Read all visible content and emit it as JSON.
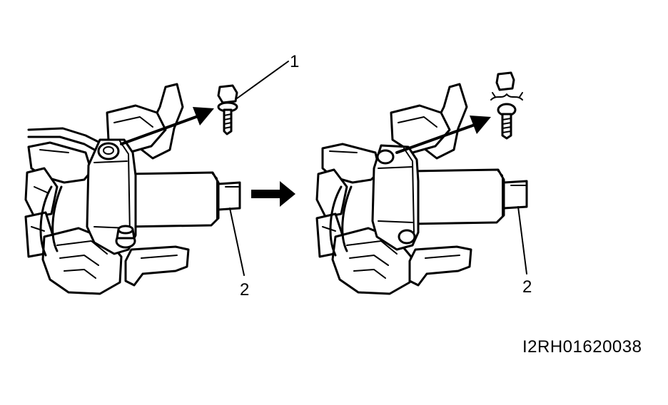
{
  "figure": {
    "code": "I2RH01620038"
  },
  "callouts": {
    "bolt_label": "1",
    "shaft_label_left": "2",
    "shaft_label_right": "2"
  },
  "colors": {
    "ink": "#000000",
    "paper": "#ffffff"
  }
}
